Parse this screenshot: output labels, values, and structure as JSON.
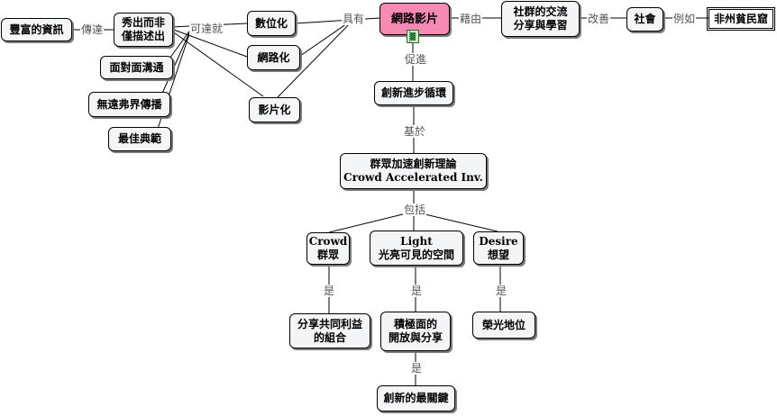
{
  "nodes": {
    "rich_info": "豐富的資訊",
    "show_nonverbal": [
      "秀出而非",
      "僅描述出"
    ],
    "digitize": "數位化",
    "network_video": "網路影片",
    "community_exchange": [
      "社群的交流",
      "分享與學習"
    ],
    "society": "社會",
    "africa_slums": "非州貧民窟",
    "face_to_face": "面對面溝通",
    "networked": "網路化",
    "borderless": "無遠弗界傳播",
    "video_ize": "影片化",
    "best_example": "最佳典範",
    "innovation_cycle": "創新進步循環",
    "crowd_accel": [
      "群眾加速創新理論",
      "Crowd Accelerated Inv."
    ],
    "crowd": [
      "Crowd",
      "群眾"
    ],
    "light": [
      "Light",
      "光亮可見的空間"
    ],
    "desire": [
      "Desire",
      "想望"
    ],
    "shared_interest": [
      "分享共同利益",
      "的組合"
    ],
    "positive_open": [
      "積極面的",
      "開放與分享"
    ],
    "glory": "榮光地位",
    "innovation_key": "創新的最關鍵"
  },
  "links": {
    "spread": "傳達",
    "can_achieve": "可達就",
    "has": "具有",
    "through": "藉由",
    "improve": "改善",
    "example": "例如",
    "promote": "促進",
    "based_on": "基於",
    "includes": "包括",
    "is_1": "是",
    "is_2": "是",
    "is_3": "是",
    "is_4": "是"
  },
  "icons": {
    "film": "film-icon"
  },
  "colors": {
    "root_fill": "#f58bb3",
    "node_fill": "#f4f5f7",
    "link_text": "#555555"
  }
}
